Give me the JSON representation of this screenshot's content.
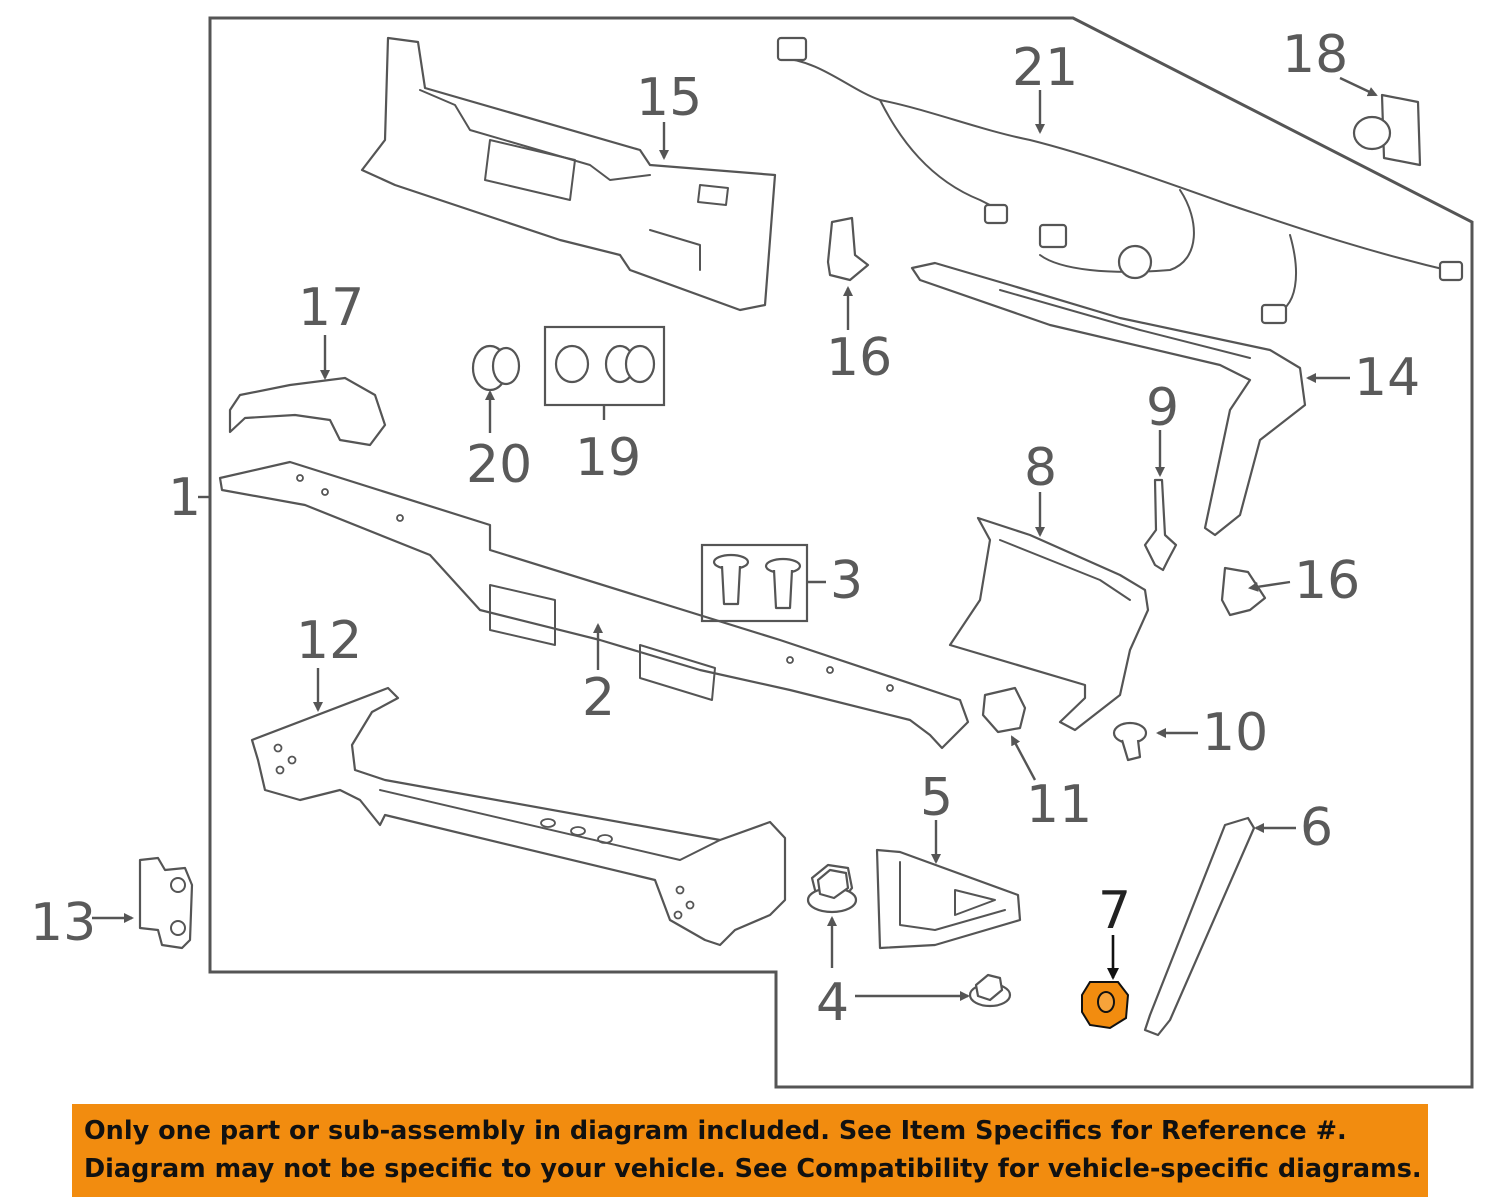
{
  "callouts": {
    "c1": "1",
    "c2": "2",
    "c3": "3",
    "c4a": "4",
    "c4b": "4",
    "c5": "5",
    "c6": "6",
    "c7": "7",
    "c8": "8",
    "c9": "9",
    "c10": "10",
    "c11": "11",
    "c12": "12",
    "c13": "13",
    "c14": "14",
    "c15": "15",
    "c16a": "16",
    "c16b": "16",
    "c17": "17",
    "c18": "18",
    "c19": "19",
    "c20": "20",
    "c21": "21"
  },
  "highlight_color": "#f28c0f",
  "banner": {
    "line1": "Only one part or sub-assembly in diagram included. See Item Specifics for Reference #.",
    "line2": "Diagram may not be specific to your vehicle. See Compatibility for vehicle-specific diagrams."
  }
}
